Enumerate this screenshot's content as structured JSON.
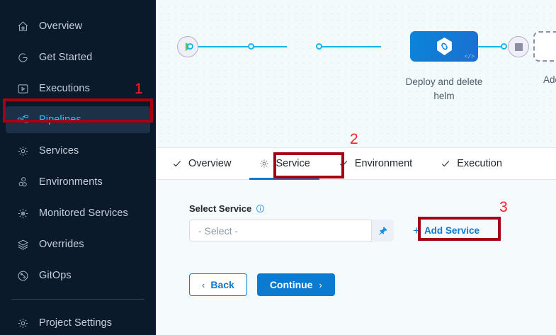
{
  "sidebar": {
    "items": [
      {
        "label": "Overview",
        "icon": "home-icon",
        "active": false
      },
      {
        "label": "Get Started",
        "icon": "get-started-icon",
        "active": false
      },
      {
        "label": "Executions",
        "icon": "executions-icon",
        "active": false
      },
      {
        "label": "Pipelines",
        "icon": "pipelines-icon",
        "active": true
      },
      {
        "label": "Services",
        "icon": "gear-icon",
        "active": false
      },
      {
        "label": "Environments",
        "icon": "environments-icon",
        "active": false
      },
      {
        "label": "Monitored Services",
        "icon": "monitored-services-icon",
        "active": false
      },
      {
        "label": "Overrides",
        "icon": "layers-icon",
        "active": false
      },
      {
        "label": "GitOps",
        "icon": "gitops-icon",
        "active": false
      }
    ],
    "settings": {
      "label": "Project Settings",
      "icon": "gear-icon"
    }
  },
  "canvas": {
    "start_node": {
      "name": "pipeline-start",
      "icon": "play-icon"
    },
    "end_node": {
      "name": "pipeline-end",
      "icon": "stop-icon"
    },
    "stage": {
      "label": "Deploy and delete helm",
      "icon": "chain-hexagon-icon",
      "corner_glyph": "</>"
    },
    "add_stage": {
      "label": "Add Stage",
      "icon": "plus-icon"
    }
  },
  "tabs": [
    {
      "label": "Overview",
      "icon": "check-icon",
      "active": false
    },
    {
      "label": "Service",
      "icon": "gear-icon",
      "active": true
    },
    {
      "label": "Environment",
      "icon": "check-icon",
      "active": false
    },
    {
      "label": "Execution",
      "icon": "check-icon",
      "active": false
    }
  ],
  "form": {
    "select_service": {
      "label": "Select Service",
      "info_icon": "info-icon",
      "value": "- Select -",
      "pin_icon": "pin-icon"
    },
    "add_service": {
      "label": "Add Service",
      "plus": "+"
    },
    "buttons": {
      "back": {
        "label": "Back",
        "chevron": "‹"
      },
      "continue": {
        "label": "Continue",
        "chevron": "›"
      }
    }
  },
  "annotations": [
    {
      "number": "1",
      "target": "sidebar-item-pipelines"
    },
    {
      "number": "2",
      "target": "tab-service"
    },
    {
      "number": "3",
      "target": "add-service-button"
    }
  ],
  "colors": {
    "sidebar_bg": "#0b1a2b",
    "sidebar_active_bg": "#1c3048",
    "sidebar_active_text": "#33c5f3",
    "accent_blue": "#0b7ad1",
    "connector": "#14b6e8",
    "annotation_box": "#a80013",
    "annotation_number": "#f5222d",
    "panel_bg": "#f5fafd"
  }
}
